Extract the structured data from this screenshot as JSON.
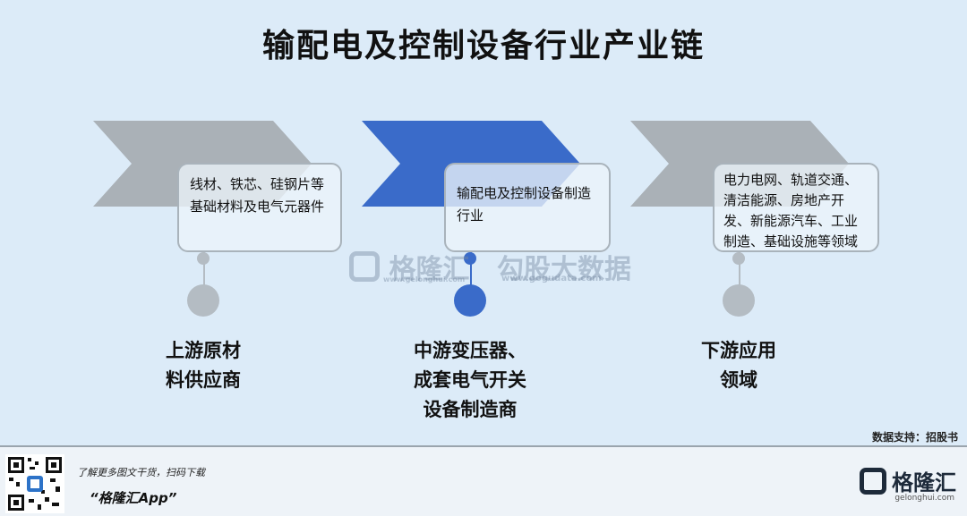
{
  "title": "输配电及控制设备行业产业链",
  "colors": {
    "upstream": "#aab1b7",
    "midstream": "#3a6bc9",
    "downstream": "#aab1b7"
  },
  "stages": [
    {
      "box_text": "线材、铁芯、硅钢片等基础材料及电气元器件",
      "label": "上游原材\n料供应商"
    },
    {
      "box_text": "输配电及控制设备制造行业",
      "label": "中游变压器、\n成套电气开关\n设备制造商"
    },
    {
      "box_text": "电力电网、轨道交通、清洁能源、房地产开发、新能源汽车、工业制造、基础设施等领域",
      "label": "下游应用\n领域"
    }
  ],
  "watermark": {
    "left_brand": "格隆汇",
    "left_url": "www.gelonghui.com",
    "right_brand": "勾股大数据",
    "right_url": "www.gogudata.com"
  },
  "source": "数据支持：招股书",
  "footer": {
    "promo_line": "了解更多图文干货，扫码下载",
    "promo_app": "“格隆汇App”",
    "brand": "格隆汇",
    "brand_sub": "gelonghui.com"
  }
}
